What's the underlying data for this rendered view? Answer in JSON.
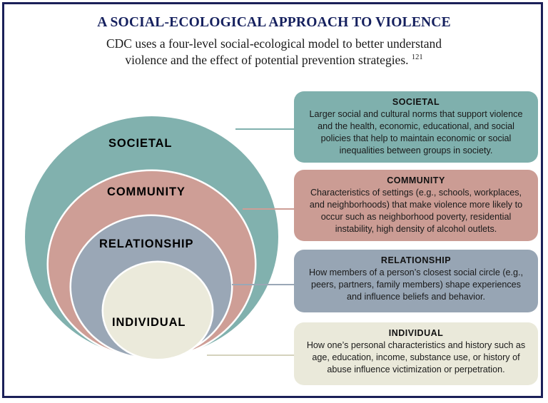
{
  "header": {
    "title": "A SOCIAL-ECOLOGICAL APPROACH TO VIOLENCE",
    "subtitle_line1": "CDC uses a four-level social-ecological model to better understand",
    "subtitle_line2": "violence and the effect of potential prevention strategies.",
    "footnote_ref": "121"
  },
  "diagram": {
    "type": "nested-circles-social-ecological-model",
    "rings": [
      {
        "label": "SOCIETAL",
        "color": "#81b1ae"
      },
      {
        "label": "COMMUNITY",
        "color": "#ce9e96"
      },
      {
        "label": "RELATIONSHIP",
        "color": "#9aa7b6"
      },
      {
        "label": "INDIVIDUAL",
        "color": "#ebeadb"
      }
    ]
  },
  "callouts": [
    {
      "title": "SOCIETAL",
      "body": "Larger social and cultural norms that support violence and the health, economic, educational, and social policies that help to maintain economic or social inequalities between groups in society.",
      "color": "#7fb0ad"
    },
    {
      "title": "COMMUNITY",
      "body": "Characteristics of settings (e.g., schools, workplaces, and neighborhoods) that make violence more likely to occur such as neighborhood poverty, residential instability, high density of alcohol outlets.",
      "color": "#cb9c94"
    },
    {
      "title": "RELATIONSHIP",
      "body": "How members of a person’s closest social circle (e.g., peers, partners, family members) shape experiences and influence beliefs and behavior.",
      "color": "#97a5b4"
    },
    {
      "title": "INDIVIDUAL",
      "body": "How one’s personal characteristics and history such as age, education, income, substance use, or history of abuse influence victimization or perpetration.",
      "color": "#eae9da"
    }
  ],
  "frame": {
    "border_color": "#1b2058"
  }
}
